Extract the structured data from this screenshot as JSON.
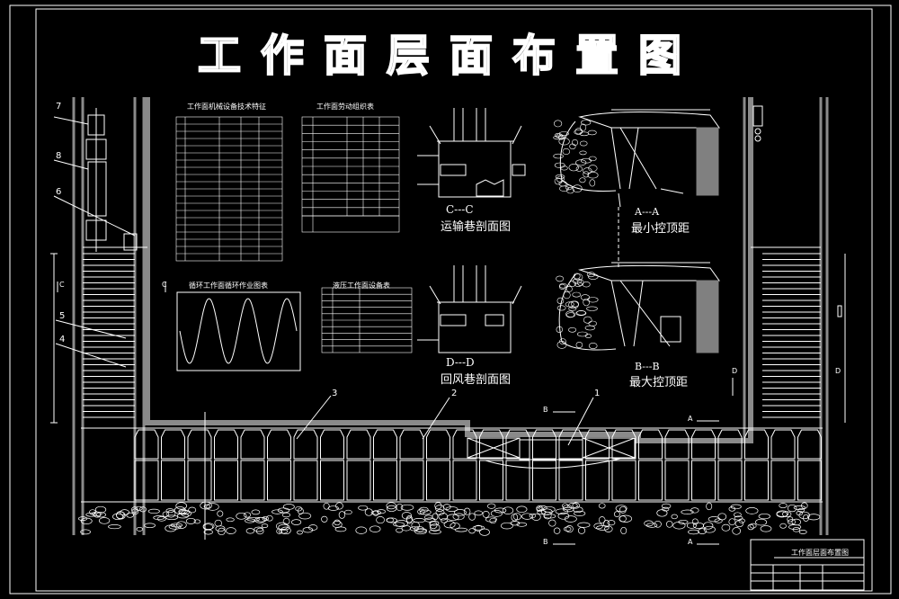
{
  "title": "工作面层面布置图",
  "sections": {
    "cc_mark": "C---C",
    "cc_caption": "运输巷剖面图",
    "dd_mark": "D---D",
    "dd_caption": "回风巷剖面图",
    "aa_mark": "A---A",
    "aa_caption": "最小控顶距",
    "bb_mark": "B---B",
    "bb_caption": "最大控顶距"
  },
  "tables": {
    "table1_title": "工作面机械设备技术特征",
    "table2_title": "工作面劳动组织表",
    "table3_title": "循环工作面循环作业图表",
    "table4_title": "液压工作面设备表"
  },
  "callouts": [
    "1",
    "2",
    "3",
    "4",
    "5",
    "6",
    "7",
    "8"
  ],
  "section_letters": {
    "a": "A",
    "b": "B",
    "c": "C",
    "d": "D"
  },
  "titleblock": {
    "name": "工作面层面布置图"
  },
  "colors": {
    "background": "#000000",
    "line": "#ffffff",
    "fill_grey": "#808080"
  }
}
